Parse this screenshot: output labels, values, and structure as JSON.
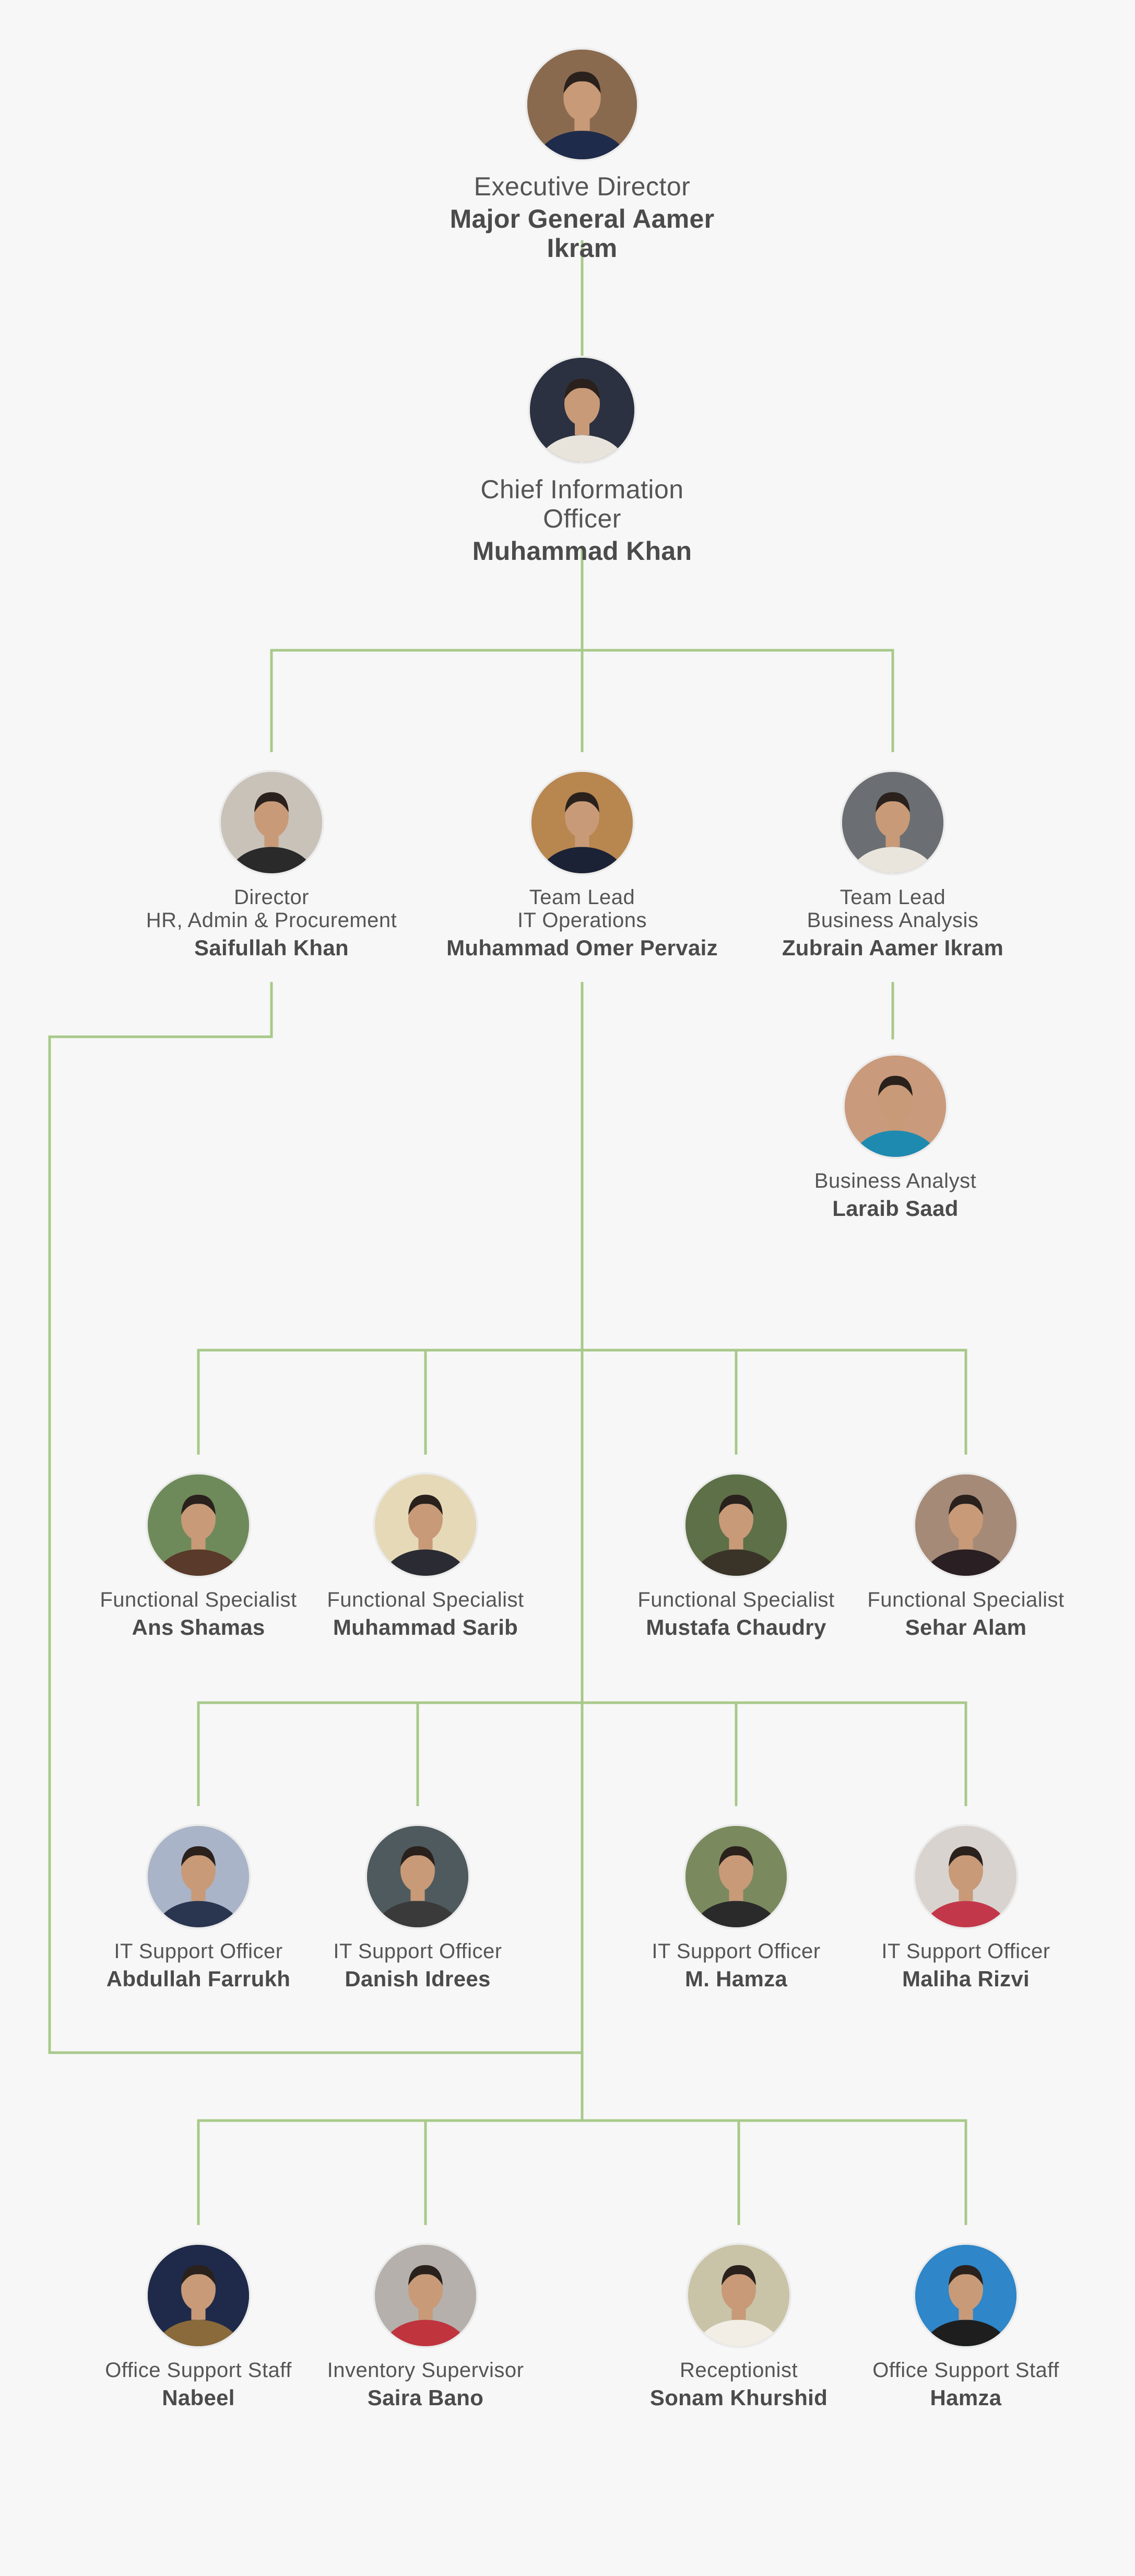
{
  "colors": {
    "connector": "#a8c98a",
    "background": "#f7f7f7",
    "text": "#4b4b4b"
  },
  "people": [
    {
      "id": "exec-director",
      "role": [
        "Executive Director"
      ],
      "name": "Major General Aamer Ikram",
      "icon": "portrait-icon",
      "bg": "#8a6a4f",
      "suit": "#1f2b4a"
    },
    {
      "id": "cio",
      "role": [
        "Chief Information Officer"
      ],
      "name": "Muhammad Khan",
      "icon": "portrait-icon",
      "bg": "#2b3140",
      "suit": "#e8e4dc"
    },
    {
      "id": "director-hr",
      "role": [
        "Director",
        "HR, Admin & Procurement"
      ],
      "name": "Saifullah Khan",
      "icon": "portrait-icon",
      "bg": "#c8c2b8",
      "suit": "#2a2a2a"
    },
    {
      "id": "tl-it-ops",
      "role": [
        "Team Lead",
        "IT Operations"
      ],
      "name": "Muhammad Omer Pervaiz",
      "icon": "portrait-icon",
      "bg": "#b8864f",
      "suit": "#1c2236"
    },
    {
      "id": "tl-ba",
      "role": [
        "Team Lead",
        "Business Analysis"
      ],
      "name": "Zubrain Aamer Ikram",
      "icon": "portrait-icon",
      "bg": "#6b6f73",
      "suit": "#e9e5dc"
    },
    {
      "id": "business-analyst",
      "role": [
        "Business Analyst"
      ],
      "name": "Laraib Saad",
      "icon": "portrait-icon",
      "bg": "#c99a7c",
      "suit": "#1f8ab0"
    },
    {
      "id": "fs-1",
      "role": [
        "Functional Specialist"
      ],
      "name": "Ans Shamas",
      "icon": "portrait-icon",
      "bg": "#6f8a5a",
      "suit": "#5a3a2a"
    },
    {
      "id": "fs-2",
      "role": [
        "Functional Specialist"
      ],
      "name": "Muhammad Sarib",
      "icon": "portrait-icon",
      "bg": "#e6d9b8",
      "suit": "#2b2b33"
    },
    {
      "id": "fs-3",
      "role": [
        "Functional Specialist"
      ],
      "name": "Mustafa Chaudry",
      "icon": "portrait-icon",
      "bg": "#5d7048",
      "suit": "#3a3428"
    },
    {
      "id": "fs-4",
      "role": [
        "Functional Specialist"
      ],
      "name": "Sehar Alam",
      "icon": "portrait-icon",
      "bg": "#a58a78",
      "suit": "#2a1f22"
    },
    {
      "id": "its-1",
      "role": [
        "IT Support Officer"
      ],
      "name": "Abdullah Farrukh",
      "icon": "portrait-icon",
      "bg": "#a9b4c8",
      "suit": "#2a3550"
    },
    {
      "id": "its-2",
      "role": [
        "IT Support Officer"
      ],
      "name": "Danish Idrees",
      "icon": "portrait-icon",
      "bg": "#4f5a5e",
      "suit": "#3a3a3a"
    },
    {
      "id": "its-3",
      "role": [
        "IT Support Officer"
      ],
      "name": "M.  Hamza",
      "icon": "portrait-icon",
      "bg": "#7a8a5e",
      "suit": "#2a2a2a"
    },
    {
      "id": "its-4",
      "role": [
        "IT Support Officer"
      ],
      "name": "Maliha Rizvi",
      "icon": "portrait-icon",
      "bg": "#d9d3cf",
      "suit": "#c2384a"
    },
    {
      "id": "oss-1",
      "role": [
        "Office Support Staff"
      ],
      "name": "Nabeel",
      "icon": "portrait-icon",
      "bg": "#1f2a4a",
      "suit": "#8a6a3a"
    },
    {
      "id": "inv-sup",
      "role": [
        "Inventory Supervisor"
      ],
      "name": "Saira Bano",
      "icon": "portrait-icon",
      "bg": "#b5b0ab",
      "suit": "#c0343e"
    },
    {
      "id": "receptionist",
      "role": [
        "Receptionist"
      ],
      "name": "Sonam Khurshid",
      "icon": "portrait-icon",
      "bg": "#c9c4a8",
      "suit": "#f2eee6"
    },
    {
      "id": "oss-2",
      "role": [
        "Office Support Staff"
      ],
      "name": "Hamza",
      "icon": "portrait-icon",
      "bg": "#2f86c8",
      "suit": "#1e1e1e"
    }
  ]
}
